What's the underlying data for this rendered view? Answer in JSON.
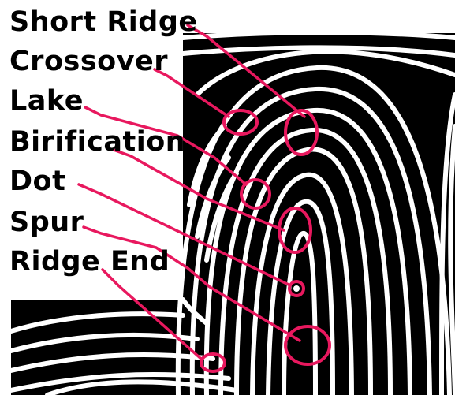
{
  "labels": {
    "short_ridge": "Short Ridge",
    "crossover": "Crossover",
    "lake": "Lake",
    "bifurcation": "Birification",
    "dot": "Dot",
    "spur": "Spur",
    "ridge_end": "Ridge End"
  },
  "colors": {
    "annotation": "#e8185e",
    "ridge": "#000000",
    "background": "#ffffff"
  }
}
